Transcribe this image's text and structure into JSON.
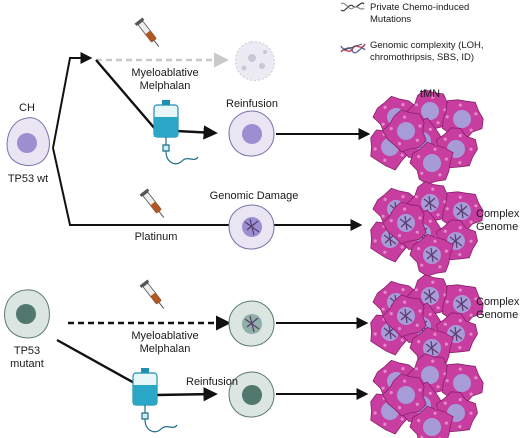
{
  "top_group": {
    "cell_label": "CH",
    "cell_sublabel": "TP53 wt",
    "arm_melphalan": {
      "treatment_label": "Myeloablative\nMelphalan",
      "reinfusion_label": "Reinfusion",
      "outcome_label": "tMN"
    },
    "arm_platinum": {
      "treatment_label": "Platinum",
      "effect_label": "Genomic Damage",
      "outcome_label": "Complex\nGenome"
    }
  },
  "bottom_group": {
    "cell_label": "TP53\nmutant",
    "arm_melphalan": {
      "treatment_label": "Myeloablative\nMelphalan",
      "outcome_label": "Complex\nGenome"
    },
    "arm_reinfusion": {
      "reinfusion_label": "Reinfusion"
    }
  },
  "legend": [
    {
      "icon": "single-dna-helix-icon",
      "label": "Private Chemo-induced\nMutations"
    },
    {
      "icon": "complex-dna-helix-icon",
      "label": "Genomic complexity (LOH,\nchromothripsis, SBS, ID)"
    }
  ],
  "colors": {
    "ch_cell_fill": "#e9e5f3",
    "ch_nucleus": "#9b8fd1",
    "tp53_cell_fill": "#dbe5e1",
    "tp53_nucleus": "#52776d",
    "tmn_cell_fill": "#c73da0",
    "tmn_nucleus": "#a79bd8",
    "iv_bag": "#2aa7c7",
    "arrow": "#111111",
    "dead_cell": "#c9c7d6"
  }
}
